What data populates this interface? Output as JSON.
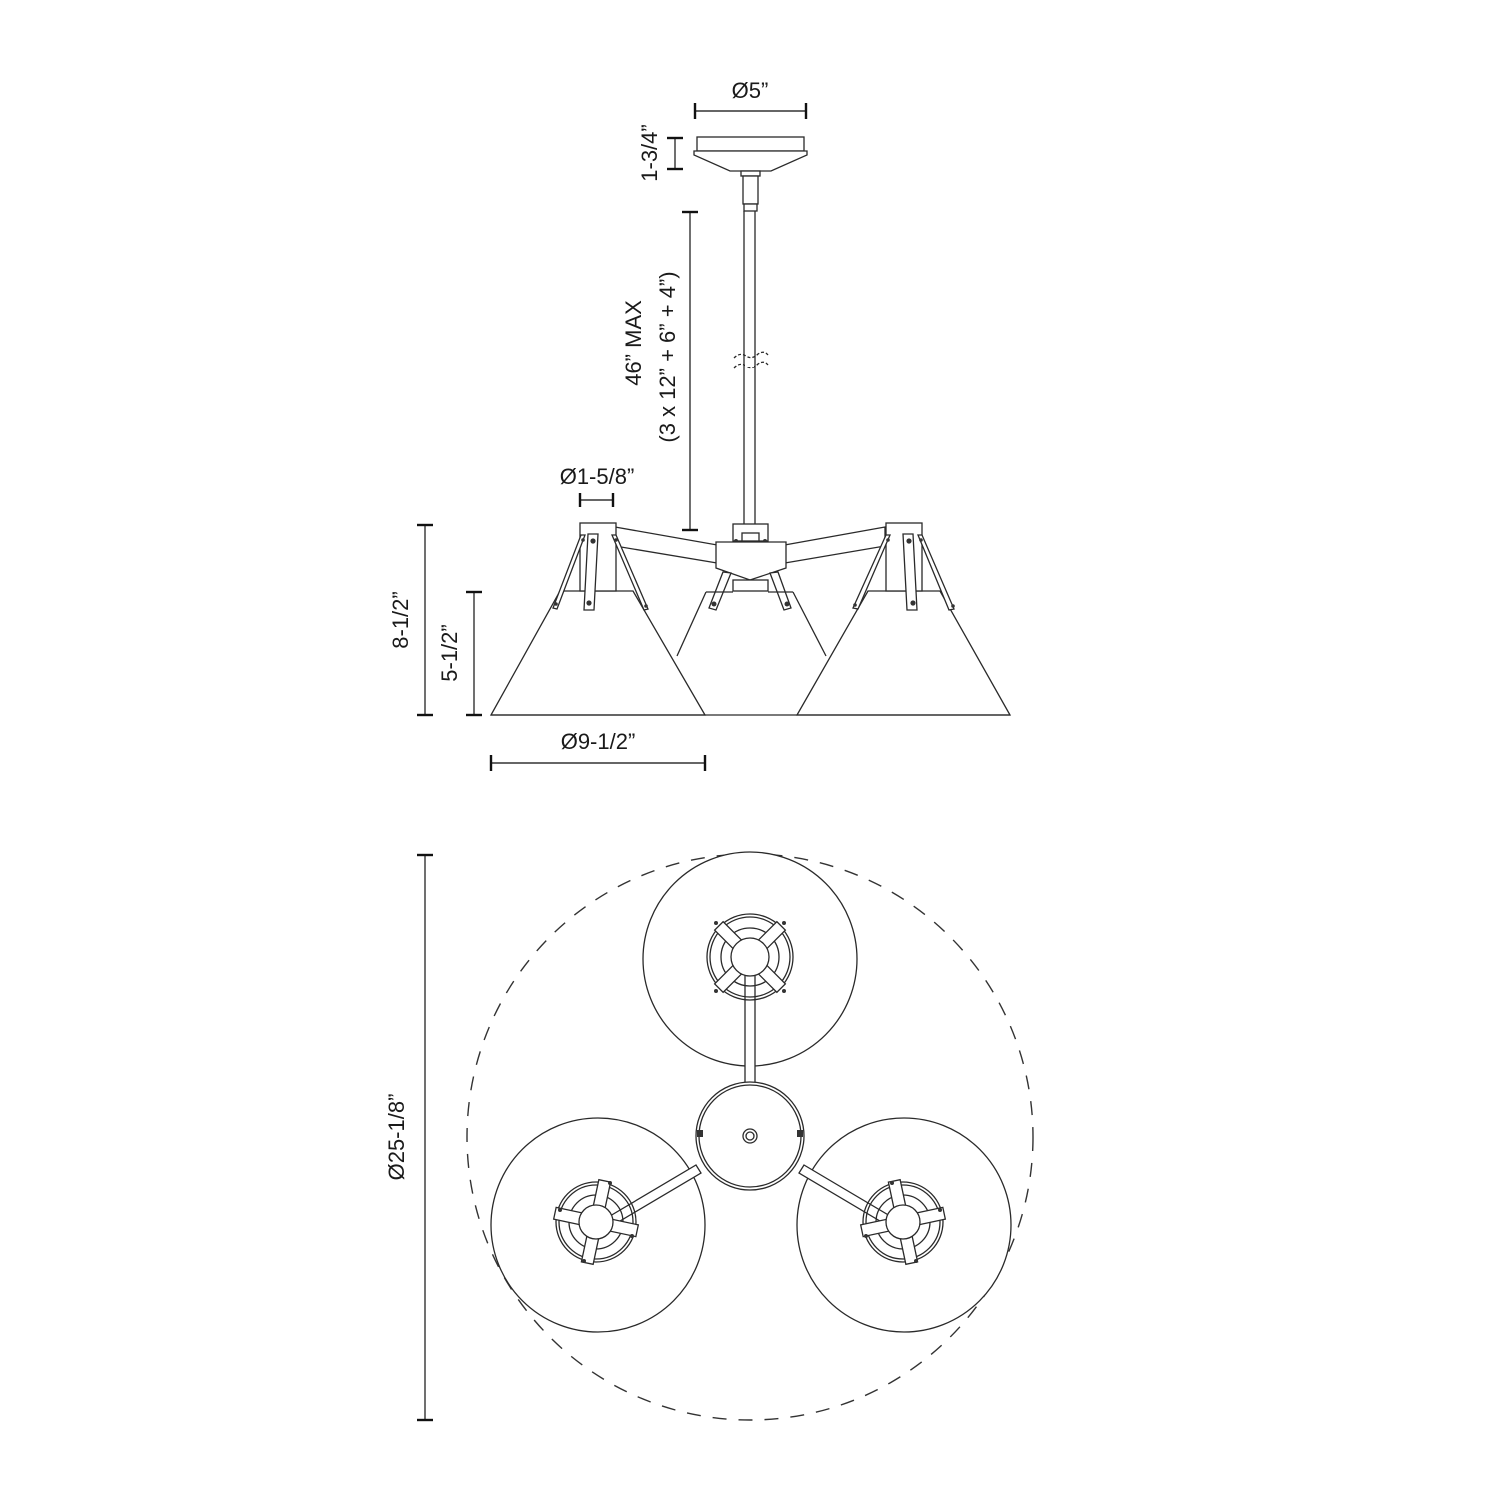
{
  "drawing": {
    "subject": "3-light chandelier dimension drawing",
    "colors": {
      "line": "#2a2a2a",
      "background": "#ffffff",
      "text": "#1a1a1a"
    },
    "side_view": {
      "dimensions": {
        "canopy_diameter": "Ø5”",
        "canopy_height": "1-3/4”",
        "stem_length_max": "46” MAX",
        "stem_composition": "(3 x 12” + 6” + 4”)",
        "socket_cup_diameter": "Ø1-5/8”",
        "overall_height": "8-1/2”",
        "shade_height": "5-1/2”",
        "shade_diameter": "Ø9-1/2”"
      }
    },
    "top_view": {
      "dimensions": {
        "overall_diameter": "Ø25-1/8”"
      },
      "shade_count": 3
    }
  }
}
